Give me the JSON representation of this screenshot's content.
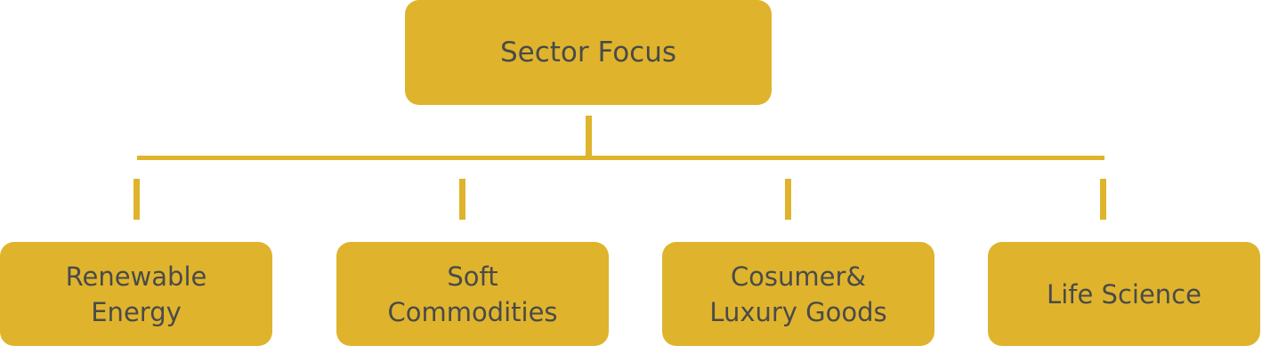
{
  "colors": {
    "node_fill": "#dfb42c",
    "connector": "#dfb42c",
    "text": "#4a4a4a"
  },
  "root": {
    "label": "Sector Focus"
  },
  "children": [
    {
      "label": "Renewable\nEnergy"
    },
    {
      "label": "Soft\nCommodities"
    },
    {
      "label": "Cosumer&\nLuxury Goods"
    },
    {
      "label": "Life Science"
    }
  ]
}
